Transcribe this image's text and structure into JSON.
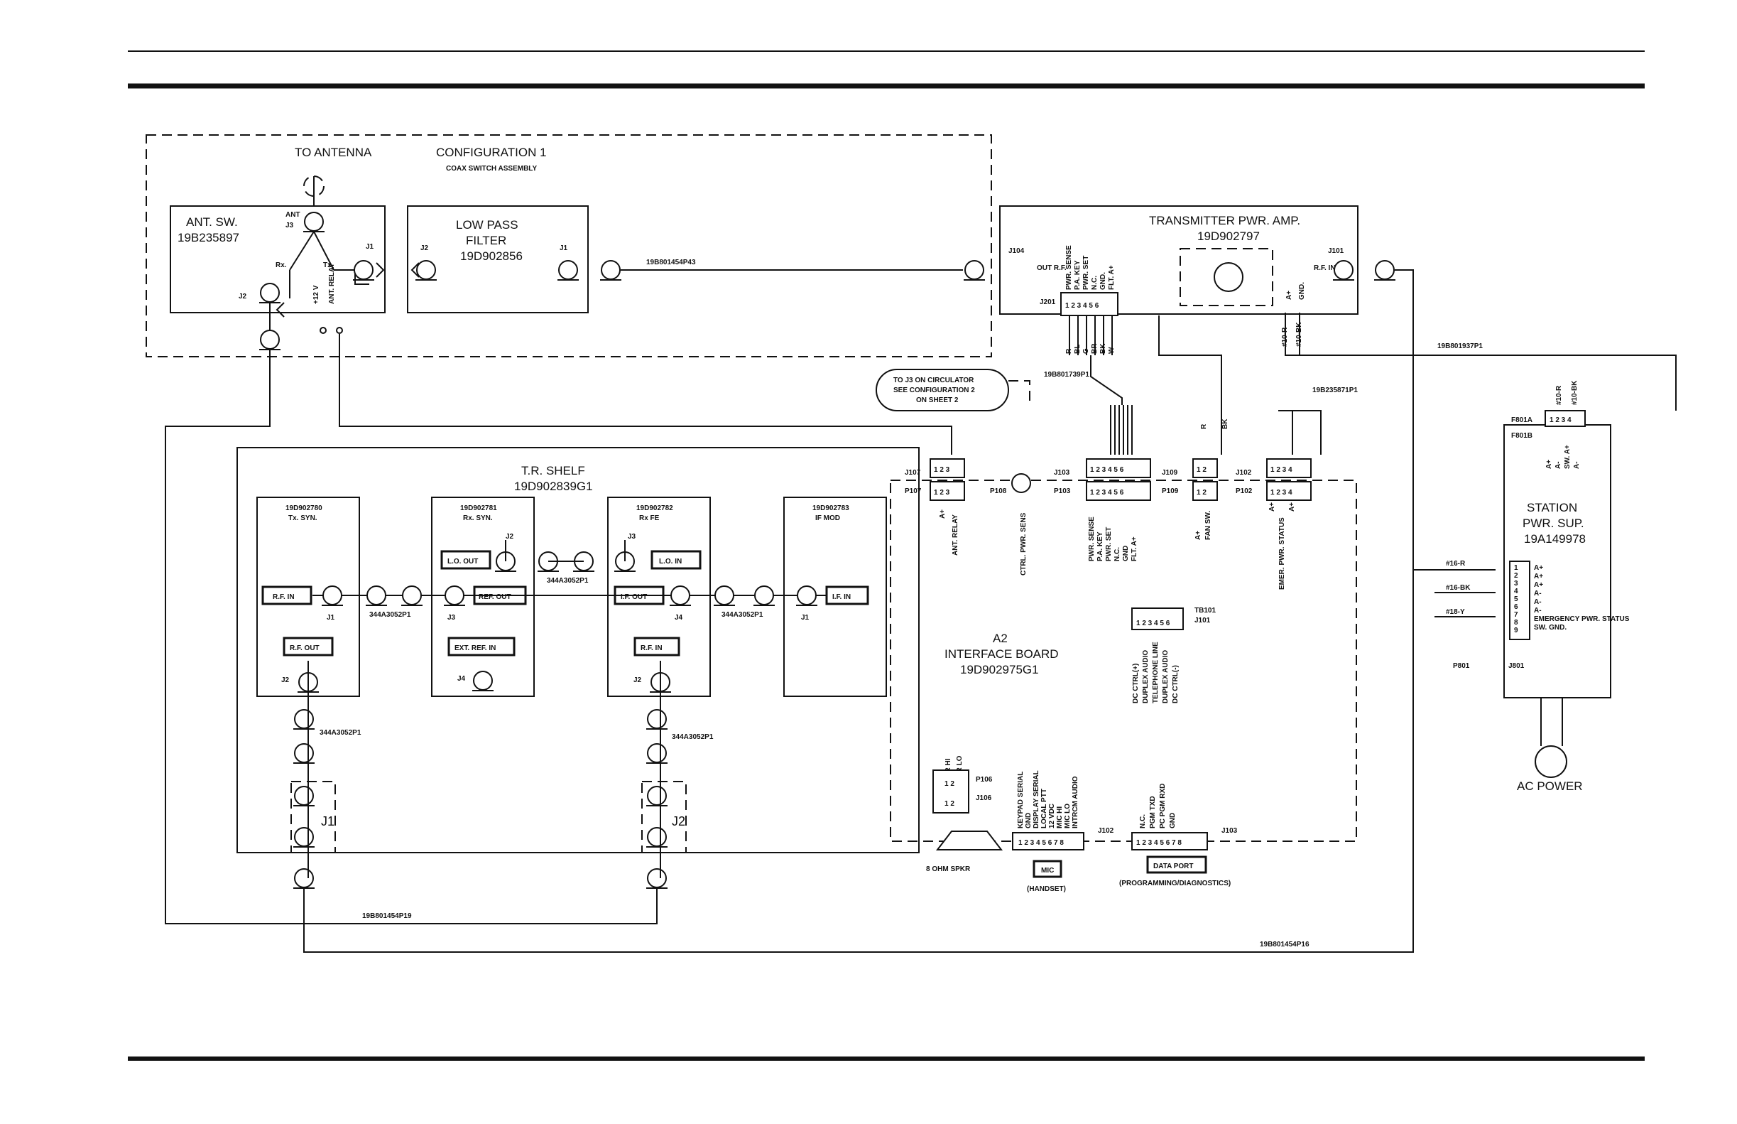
{
  "config": {
    "to_antenna": "TO ANTENNA",
    "title": "CONFIGURATION 1",
    "subtitle": "COAX SWITCH ASSEMBLY"
  },
  "ant_sw": {
    "name": "ANT. SW.",
    "part": "19B235897",
    "ant": "ANT",
    "j3": "J3",
    "rx": "Rx.",
    "tx": "Tx.",
    "j1": "J1",
    "j2": "J2",
    "v12": "+12 V",
    "ant_relay": "ANT. RELAY"
  },
  "lpf": {
    "name1": "LOW PASS",
    "name2": "FILTER",
    "part": "19D902856",
    "j2": "J2",
    "j1": "J1"
  },
  "cables": {
    "p43": "19B801454P43",
    "p19": "19B801454P19",
    "p16": "19B801454P16",
    "p1739": "19B801739P1",
    "p5871": "19B235871P1",
    "p1937": "19B801937P1",
    "a3052": "344A3052P1"
  },
  "tpa": {
    "name": "TRANSMITTER PWR. AMP.",
    "part": "19D902797",
    "j104": "J104",
    "out_rf": "OUT R.F.",
    "j101": "J101",
    "rf_in": "R.F. IN",
    "j201": "J201",
    "aplus": "A+",
    "gnd": "GND.",
    "j201_labels": [
      "PWR. SENSE",
      "P.A. KEY",
      "PWR. SET",
      "N.C.",
      "GND.",
      "FLT. A+"
    ],
    "wire_colors": [
      "R",
      "BL",
      "G",
      "BR",
      "BK",
      "W"
    ]
  },
  "circulator_note": {
    "l1": "TO J3 ON CIRCULATOR",
    "l2": "SEE CONFIGURATION 2",
    "l3": "ON SHEET 2"
  },
  "tr_shelf": {
    "name": "T.R. SHELF",
    "part": "19D902839G1"
  },
  "modules": [
    {
      "part": "19D902780",
      "name": "Tx. SYN."
    },
    {
      "part": "19D902781",
      "name": "Rx. SYN."
    },
    {
      "part": "19D902782",
      "name": "Rx FE"
    },
    {
      "part": "19D902783",
      "name": "IF MOD"
    }
  ],
  "module_labels": {
    "rf_in": "R.F. IN",
    "rf_out": "R.F. OUT",
    "lo_out": "L.O. OUT",
    "ref_out": "REF. OUT",
    "ext_ref_in": "EXT. REF. IN",
    "lo_in": "L.O. IN",
    "if_out": "I.F. OUT",
    "if_in": "I.F. IN"
  },
  "jacks": {
    "j1": "J1",
    "j2": "J2",
    "j3": "J3",
    "j4": "J4"
  },
  "interface": {
    "a2": "A2",
    "name": "INTERFACE BOARD",
    "part": "19D902975G1",
    "j107": "J107",
    "p107": "P107",
    "p108": "P108",
    "j103": "J103",
    "p103": "P103",
    "j109": "J109",
    "p109": "P109",
    "j102": "J102",
    "p102": "P102",
    "p107_labels": [
      "A+",
      "ANT. RELAY"
    ],
    "p108_label": "CTRL. PWR. SENS",
    "p103_labels": [
      "PWR. SENSE",
      "P.A. KEY",
      "PWR. SET",
      "N.C.",
      "GND",
      "FLT. A+"
    ],
    "p109_labels": [
      "A+",
      "FAN SW."
    ],
    "p102_labels": [
      "A+",
      "EMER. PWR. STATUS",
      "A+"
    ],
    "tb101": "TB101",
    "j101": "J101",
    "tb101_labels": [
      "DC CTRL(+)",
      "DUPLEX AUDIO",
      "TELEPHONE LINE",
      "DUPLEX AUDIO",
      "DC CTRL(-)"
    ],
    "spkr_hi": "SPKR HI",
    "spkr_lo": "SPKR LO",
    "p106": "P106",
    "j106": "J106",
    "spkr": "8 OHM SPKR",
    "mic_labels": [
      "KEYPAD SERIAL",
      "GND",
      "DISPLAY SERIAL",
      "LOCAL PTT",
      "12 VDC",
      "MIC HI",
      "MIC LO",
      "INTRCM AUDIO"
    ],
    "mic": "MIC",
    "handset": "(HANDSET)",
    "j102b": "J102",
    "data_labels": [
      "N.C.",
      "PGM TXD",
      "PC PGM RXD",
      "GND"
    ],
    "data_port": "DATA PORT",
    "prog": "(PROGRAMMING/DIAGNOSTICS)",
    "j103b": "J103"
  },
  "psu": {
    "l1": "STATION",
    "l2": "PWR. SUP.",
    "part": "19A149978",
    "f801a": "F801A",
    "f801b": "F801B",
    "p801": "P801",
    "j801": "J801",
    "f801_labels": [
      "A+",
      "A-",
      "SW. A+",
      "A-"
    ],
    "f801_wires": [
      "#10-R",
      "#10-BK"
    ],
    "tpa_wires": [
      "#10-R",
      "#10-BK"
    ],
    "j801_labels": [
      "A+",
      "A+",
      "A+",
      "A-",
      "A-",
      "A-",
      "EMERGENCY PWR. STATUS",
      "SW. GND."
    ],
    "wires": [
      "#16-R",
      "#16-BK",
      "#18-Y"
    ],
    "ac": "AC POWER"
  },
  "j109_wires": [
    "R",
    "BK"
  ],
  "bottom_jacks": {
    "j1": "J1",
    "j2": "J2"
  }
}
